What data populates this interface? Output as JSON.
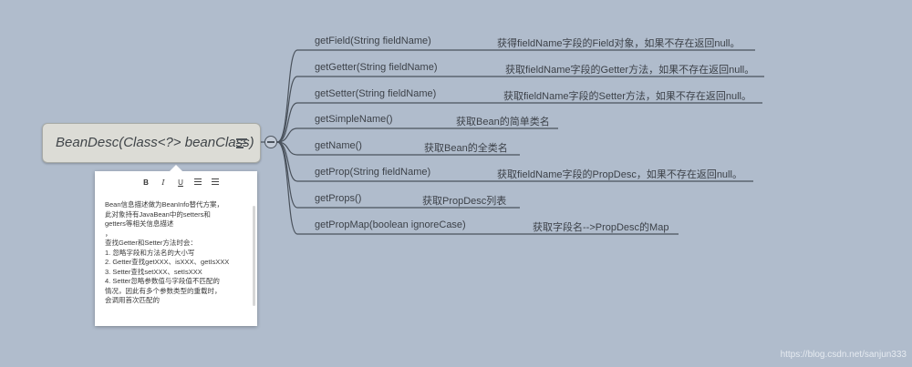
{
  "root": {
    "title": "BeanDesc(Class<?> beanClass)",
    "notes_icon": "notes-icon",
    "collapse_icon": "minus-circle-icon"
  },
  "branches": [
    {
      "method": "getField(String fieldName)",
      "desc": "获得fieldName字段的Field对象，如果不存在返回null。"
    },
    {
      "method": "getGetter(String fieldName)",
      "desc": "获取fieldName字段的Getter方法，如果不存在返回null。"
    },
    {
      "method": "getSetter(String fieldName)",
      "desc": "获取fieldName字段的Setter方法，如果不存在返回null。"
    },
    {
      "method": "getSimpleName()",
      "desc": "获取Bean的简单类名"
    },
    {
      "method": "getName()",
      "desc": "获取Bean的全类名"
    },
    {
      "method": "getProp(String fieldName)",
      "desc": "获取fieldName字段的PropDesc，如果不存在返回null。"
    },
    {
      "method": "getProps()",
      "desc": "获取PropDesc列表"
    },
    {
      "method": "getPropMap(boolean ignoreCase)",
      "desc": "获取字段名-->PropDesc的Map"
    }
  ],
  "note": {
    "toolbar": {
      "bold": "B",
      "italic": "I",
      "underline": "U"
    },
    "lines": [
      "Bean信息描述做为BeanInfo替代方案，",
      "此对象持有JavaBean中的setters和",
      "getters等相关信息描述",
      "，",
      "查找Getter和Setter方法时会：",
      " 1. 忽略字段和方法名的大小写",
      " 2. Getter查找getXXX、isXXX、getIsXXX",
      " 3. Setter查找setXXX、setIsXXX",
      " 4. Setter忽略参数值与字段值不匹配的",
      "情况，因此有多个参数类型的重载时，",
      "会调用首次匹配的"
    ]
  },
  "watermark": "https://blog.csdn.net/sanjun333"
}
